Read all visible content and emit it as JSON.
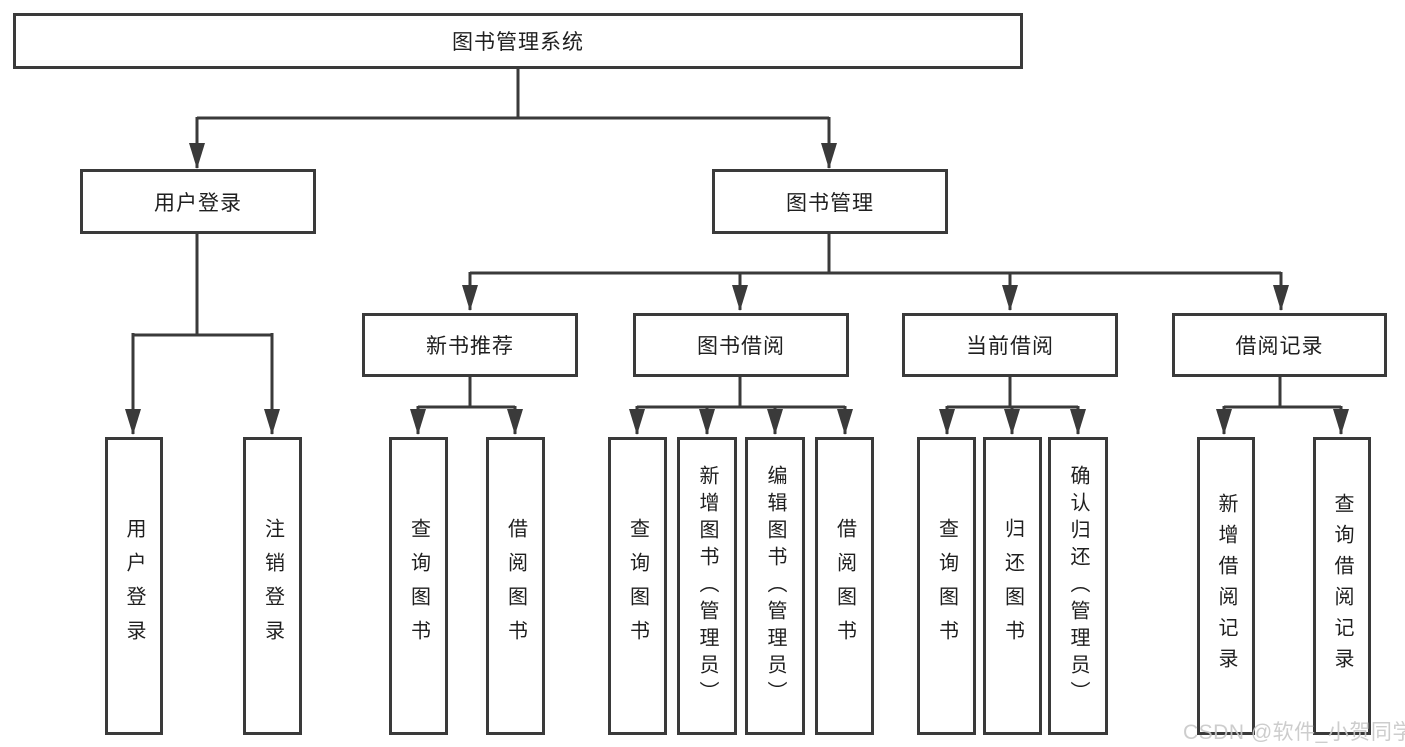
{
  "root": {
    "label": "图书管理系统",
    "children": [
      {
        "label": "用户登录",
        "children": [
          {
            "label": "用户登录"
          },
          {
            "label": "注销登录"
          }
        ]
      },
      {
        "label": "图书管理",
        "children": [
          {
            "label": "新书推荐",
            "children": [
              {
                "label": "查询图书"
              },
              {
                "label": "借阅图书"
              }
            ]
          },
          {
            "label": "图书借阅",
            "children": [
              {
                "label": "查询图书"
              },
              {
                "label": "新增图书（管理员）"
              },
              {
                "label": "编辑图书（管理员）"
              },
              {
                "label": "借阅图书"
              }
            ]
          },
          {
            "label": "当前借阅",
            "children": [
              {
                "label": "查询图书"
              },
              {
                "label": "归还图书"
              },
              {
                "label": "确认归还（管理员）"
              }
            ]
          },
          {
            "label": "借阅记录",
            "children": [
              {
                "label": "新增借阅记录"
              },
              {
                "label": "查询借阅记录"
              }
            ]
          }
        ]
      }
    ]
  },
  "watermark": {
    "text": "CSDN @软件_小贺同学"
  },
  "colors": {
    "line": "#3a3a3a",
    "box_border": "#3a3a3a",
    "box_fill": "#ffffff",
    "text": "#1f1f1f",
    "watermark": "#c9c9c9"
  }
}
